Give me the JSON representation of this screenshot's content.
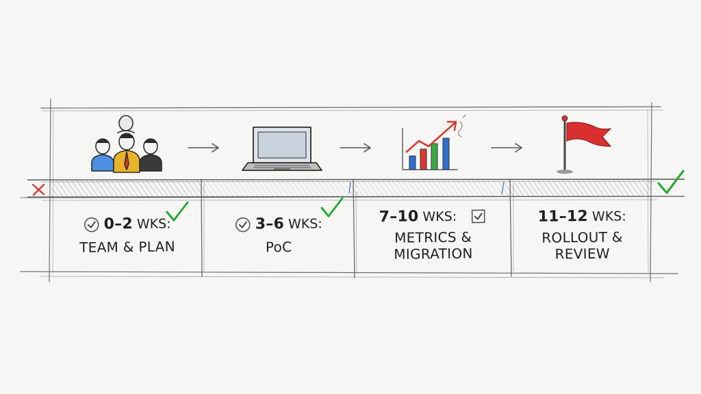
{
  "timeline": {
    "phases": [
      {
        "range": "0–2",
        "unit": "WKS:",
        "title": "TEAM & PLAN"
      },
      {
        "range": "3–6",
        "unit": "WKS:",
        "title": "PoC"
      },
      {
        "range": "7–10",
        "unit": "WKS:",
        "title": "METRICS & MIGRATION"
      },
      {
        "range": "11–12",
        "unit": "WKS:",
        "title": "ROLLOUT & REVIEW"
      }
    ],
    "icons": [
      "team-icon",
      "laptop-icon",
      "growth-chart-icon",
      "flag-icon"
    ],
    "status_marks": [
      "red-x-icon",
      "green-check-icon"
    ]
  },
  "colors": {
    "pencil": "#4a4a4a",
    "check_green": "#2aa837",
    "cross_red": "#d9383a",
    "flag_red": "#d92f2f",
    "bar_blue": "#2f6fd1",
    "bar_green": "#3aa845",
    "bar_red": "#d83a32",
    "person_blue": "#4a8fe0",
    "person_yellow": "#e9b22a",
    "person_dark": "#3a3a3a"
  }
}
